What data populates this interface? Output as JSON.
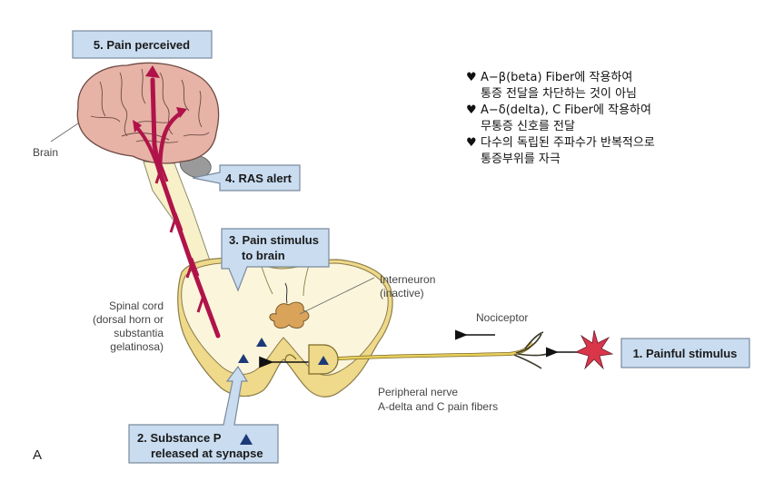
{
  "figure": {
    "panel_letter": "A",
    "steps": {
      "step1": "1. Painful stimulus",
      "step2_line1": "2. Substance P",
      "step2_line2": "released at synapse",
      "step3_line1": "3. Pain stimulus",
      "step3_line2": "to brain",
      "step4": "4. RAS alert",
      "step5": "5. Pain perceived"
    },
    "labels": {
      "brain": "Brain",
      "spinal_cord": [
        "Spinal cord",
        "(dorsal horn or",
        "substantia",
        "gelatinosa)"
      ],
      "interneuron": [
        "Interneuron",
        "(inactive)"
      ],
      "nociceptor": "Nociceptor",
      "peripheral_nerve": [
        "Peripheral nerve",
        "A-delta and C pain fibers"
      ]
    },
    "colors": {
      "box_fill": "#c9dcf0",
      "pathway": "#b0134a",
      "spinal_fill": "#fbf5dc",
      "nerve": "#e9cf5a",
      "brain": "#e6b3a6",
      "substance_p": "#1d3a78",
      "interneuron": "#d9a45a",
      "stimulus": "#d9364a"
    }
  },
  "notes": [
    {
      "bullet": "♥",
      "line1": "A−β(beta) Fiber에 작용하여",
      "line2": "통증 전달을 차단하는 것이 아님"
    },
    {
      "bullet": "♥",
      "line1": "A−δ(delta), C Fiber에 작용하여",
      "line2": "무통증 신호를 전달"
    },
    {
      "bullet": "♥",
      "line1": "다수의 독립된 주파수가 반복적으로",
      "line2": "통증부위를 자극"
    }
  ]
}
